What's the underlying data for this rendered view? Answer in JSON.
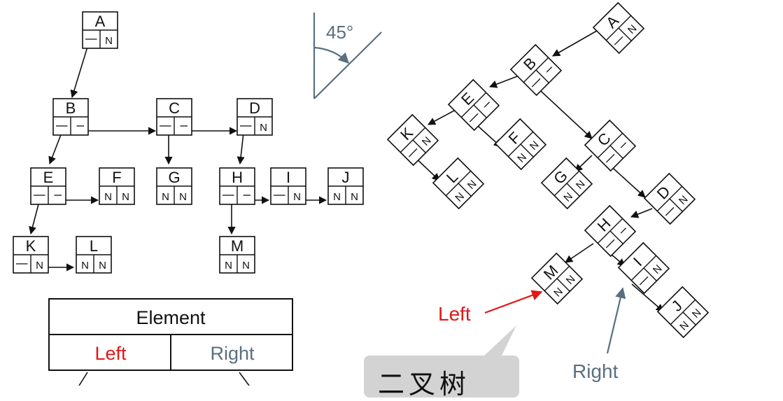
{
  "diagram": {
    "left_tree": {
      "nodes": [
        {
          "key": "A",
          "ptr": "N"
        },
        {
          "key": "B",
          "ptr": ""
        },
        {
          "key": "C",
          "ptr": ""
        },
        {
          "key": "D",
          "ptr": "N"
        },
        {
          "key": "E",
          "ptr": ""
        },
        {
          "key": "F",
          "ptr": "NN"
        },
        {
          "key": "G",
          "ptr": "NN"
        },
        {
          "key": "H",
          "ptr": ""
        },
        {
          "key": "I",
          "ptr": "N"
        },
        {
          "key": "J",
          "ptr": "NN"
        },
        {
          "key": "K",
          "ptr": "N"
        },
        {
          "key": "L",
          "ptr": "NN"
        },
        {
          "key": "M",
          "ptr": "NN"
        }
      ]
    },
    "rotation_label": "45°",
    "node_legend": {
      "element": "Element",
      "left": "Left",
      "right": "Right",
      "left_color": "#e01818",
      "right_color": "#5a6f80"
    },
    "right_tree": {
      "nodes": [
        {
          "key": "A",
          "ptr": "N"
        },
        {
          "key": "B",
          "ptr": ""
        },
        {
          "key": "E",
          "ptr": ""
        },
        {
          "key": "K",
          "ptr": "N"
        },
        {
          "key": "F",
          "ptr": "NN"
        },
        {
          "key": "L",
          "ptr": "NN"
        },
        {
          "key": "C",
          "ptr": ""
        },
        {
          "key": "G",
          "ptr": "NN"
        },
        {
          "key": "D",
          "ptr": "N"
        },
        {
          "key": "H",
          "ptr": ""
        },
        {
          "key": "M",
          "ptr": "NN"
        },
        {
          "key": "I",
          "ptr": "N"
        },
        {
          "key": "J",
          "ptr": "NN"
        }
      ],
      "left_label": "Left",
      "right_label": "Right"
    },
    "caption": "二叉树"
  }
}
